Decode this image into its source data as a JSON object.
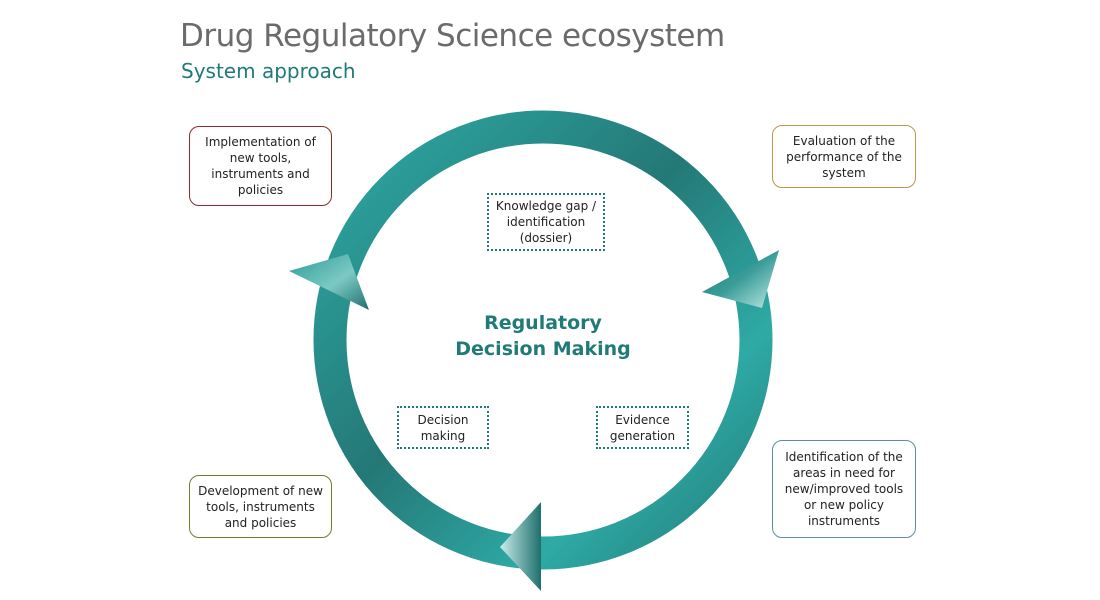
{
  "header": {
    "title": "Drug Regulatory Science ecosystem",
    "subtitle": "System approach"
  },
  "center": {
    "label_line1": "Regulatory",
    "label_line2": "Decision Making"
  },
  "inner_steps": [
    {
      "label": "Knowledge gap /\nidentification\n(dossier)"
    },
    {
      "label": "Decision\nmaking"
    },
    {
      "label": "Evidence\ngeneration"
    }
  ],
  "outer_steps": [
    {
      "label": "Implementation of\nnew tools,\ninstruments and\npolicies",
      "border_color": "#8e2a2a"
    },
    {
      "label": "Evaluation of the\nperformance of the\nsystem",
      "border_color": "#c0944a"
    },
    {
      "label": "Identification of the\nareas in need for\nnew/improved tools\nor new policy\ninstruments",
      "border_color": "#5e8f9c"
    },
    {
      "label": "Development of new\ntools, instruments\nand policies",
      "border_color": "#6b7f2e"
    }
  ],
  "cycle": {
    "direction": "clockwise",
    "arrow_count": 3,
    "ring_color": "#2a9a96",
    "ring_dark_color": "#247876",
    "arrow_light_color": "#b8e6e2"
  }
}
